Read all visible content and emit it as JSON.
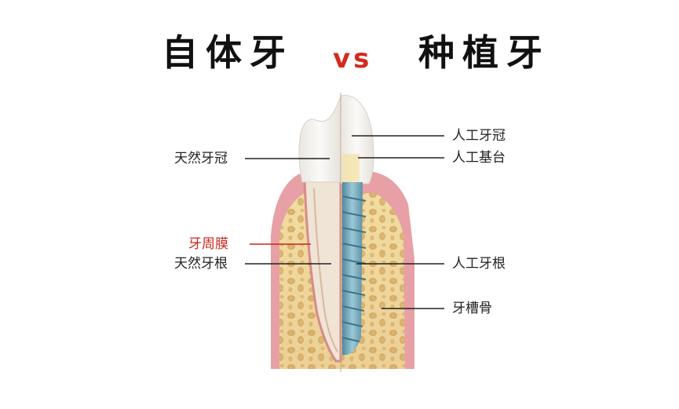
{
  "title": {
    "left": "自体牙",
    "vs": "vs",
    "right": "种植牙"
  },
  "labels": {
    "natural_crown": "天然牙冠",
    "periodontal_ligament": "牙周膜",
    "natural_root": "天然牙根",
    "artificial_crown": "人工牙冠",
    "abutment": "人工基台",
    "implant_root": "人工牙根",
    "alveolar_bone": "牙槽骨"
  },
  "colors": {
    "accent_red": "#d42a1e",
    "bone": "#efd69a",
    "gum": "#e59a9f",
    "implant": "#7fb0c2",
    "enamel": "#f3f1ee"
  }
}
